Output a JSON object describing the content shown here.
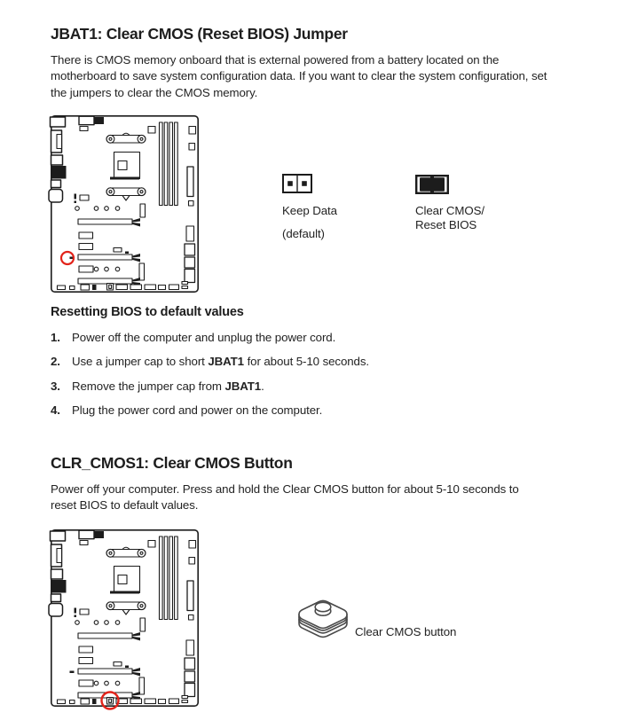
{
  "page": {
    "section1": {
      "title": "JBAT1: Clear CMOS (Reset BIOS) Jumper",
      "intro": "There is CMOS memory onboard that is external powered from a battery located on the motherboard to save system configuration data. If you want to clear the system configuration, set the jumpers to clear the CMOS memory.",
      "jumper_states": [
        {
          "label_line1": "Keep Data",
          "label_line2": "(default)"
        },
        {
          "label_line1": "Clear CMOS/",
          "label_line2": "Reset BIOS"
        }
      ],
      "steps_heading": "Resetting BIOS to default values",
      "steps": [
        {
          "num": "1.",
          "pre": "Power off the computer and unplug the power cord.",
          "bold": "",
          "post": ""
        },
        {
          "num": "2.",
          "pre": "Use a jumper cap to short ",
          "bold": "JBAT1",
          "post": " for about 5-10 seconds."
        },
        {
          "num": "3.",
          "pre": "Remove the jumper cap from ",
          "bold": "JBAT1",
          "post": "."
        },
        {
          "num": "4.",
          "pre": "Plug the power cord and power on the computer.",
          "bold": "",
          "post": ""
        }
      ]
    },
    "section2": {
      "title": "CLR_CMOS1: Clear CMOS Button",
      "intro": "Power off your computer. Press and hold the Clear CMOS button for about 5-10 seconds to reset BIOS to default values.",
      "button_label": "Clear CMOS button"
    },
    "colors": {
      "highlight_red": "#e2231a",
      "line_black": "#1c1c1c",
      "button_line_gray": "#4a4a4a"
    }
  }
}
